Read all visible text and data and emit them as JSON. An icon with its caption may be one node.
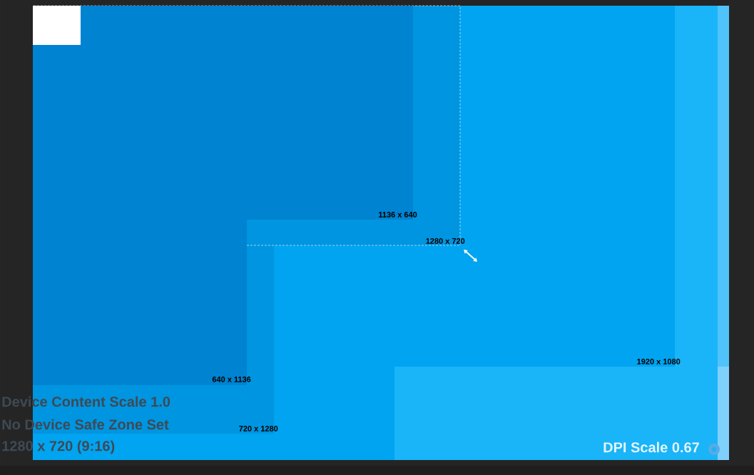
{
  "diagram": {
    "nodes": [
      {
        "text": [
          "1920 x 1080"
        ]
      },
      {
        "text": [
          "720 x 1280"
        ]
      },
      {
        "text": [
          "1280 x 720"
        ]
      },
      {
        "text": [
          "640 x 1136"
        ]
      },
      {
        "text": [
          "1136 x 640"
        ]
      }
    ],
    "labels": [
      "Device Content Scale 1.0",
      "No Device Safe Zone Set",
      "1280 x 720 (9:16)",
      "DPI Scale 0.67"
    ]
  }
}
